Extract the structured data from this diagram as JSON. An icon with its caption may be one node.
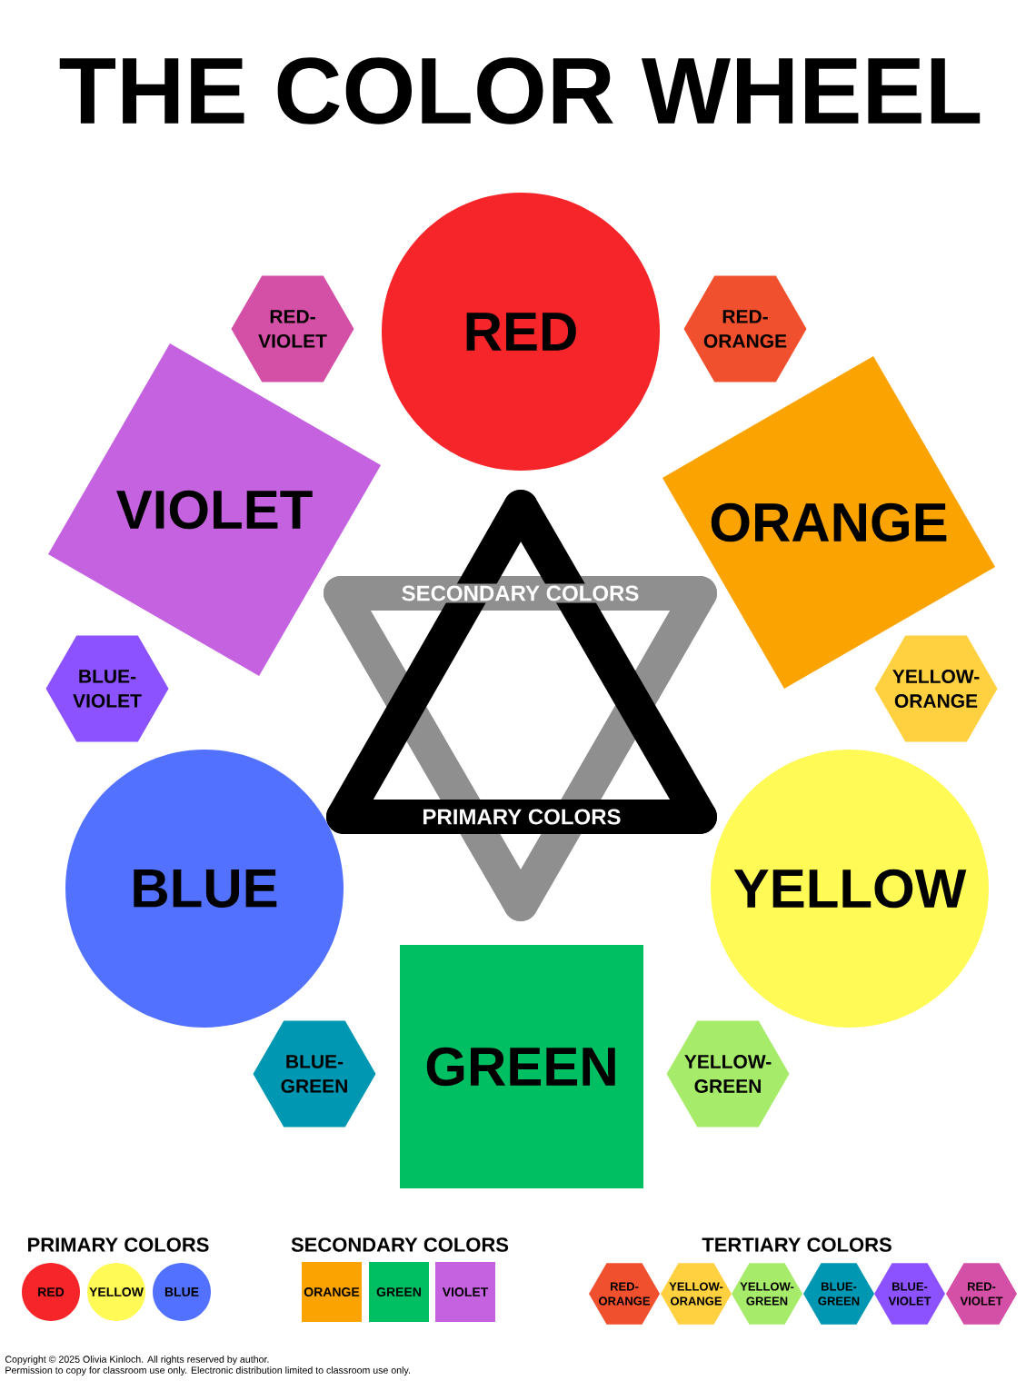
{
  "diagram": {
    "title": "THE COLOR WHEEL",
    "nodes": [
      {
        "text": [
          "RED-VIOLET"
        ]
      },
      {
        "text": [
          "RED"
        ]
      },
      {
        "text": [
          "RED-ORANGE"
        ]
      },
      {
        "text": [
          "VIOLET"
        ]
      },
      {
        "text": [
          "ORANGE"
        ]
      },
      {
        "text": [
          "BLUE-VIOLET"
        ]
      },
      {
        "text": [
          "YELLOW-ORANGE"
        ]
      },
      {
        "text": [
          "BLUE"
        ]
      },
      {
        "text": [
          "YELLOW"
        ]
      },
      {
        "text": [
          "BLUE-GREEN"
        ]
      },
      {
        "text": [
          "GREEN"
        ]
      },
      {
        "text": [
          "YELLOW-GREEN"
        ]
      }
    ],
    "edges": [
      {
        "from": 3,
        "to": 4,
        "arrow": "none",
        "label": "SECONDARY COLORS",
        "color": "#8f8f8f"
      },
      {
        "from": 4,
        "to": 10,
        "arrow": "none",
        "color": "#8f8f8f"
      },
      {
        "from": 10,
        "to": 3,
        "arrow": "none",
        "color": "#8f8f8f"
      },
      {
        "from": 1,
        "to": 8,
        "arrow": "none",
        "color": "#000000"
      },
      {
        "from": 8,
        "to": 7,
        "arrow": "none",
        "label": "PRIMARY COLORS",
        "color": "#000000"
      },
      {
        "from": 7,
        "to": 1,
        "arrow": "none",
        "color": "#000000"
      }
    ],
    "labels": [
      "PRIMARY COLORS",
      "SECONDARY COLORS",
      "TERTIARY COLORS",
      "Copyright © 2025 Olivia Kinloch. All rights reserved by author.",
      "Permission to copy for classroom use only. Electronic distribution limited to classroom use only."
    ],
    "legend": [
      {
        "text": "RED",
        "color": "#f52529"
      },
      {
        "text": "YELLOW",
        "color": "#fffa55"
      },
      {
        "text": "BLUE",
        "color": "#5271ff"
      },
      {
        "text": "ORANGE",
        "color": "#fba300"
      },
      {
        "text": "GREEN",
        "color": "#00bf63"
      },
      {
        "text": "VIOLET",
        "color": "#c462e0"
      },
      {
        "text": "RED-ORANGE",
        "color": "#f0502d"
      },
      {
        "text": "YELLOW-ORANGE",
        "color": "#ffd03f"
      },
      {
        "text": "YELLOW-GREEN",
        "color": "#a6ec6a"
      },
      {
        "text": "BLUE-GREEN",
        "color": "#0097b2"
      },
      {
        "text": "BLUE-VIOLET",
        "color": "#8c52ff"
      },
      {
        "text": "RED-VIOLET",
        "color": "#d44fa6"
      }
    ]
  }
}
